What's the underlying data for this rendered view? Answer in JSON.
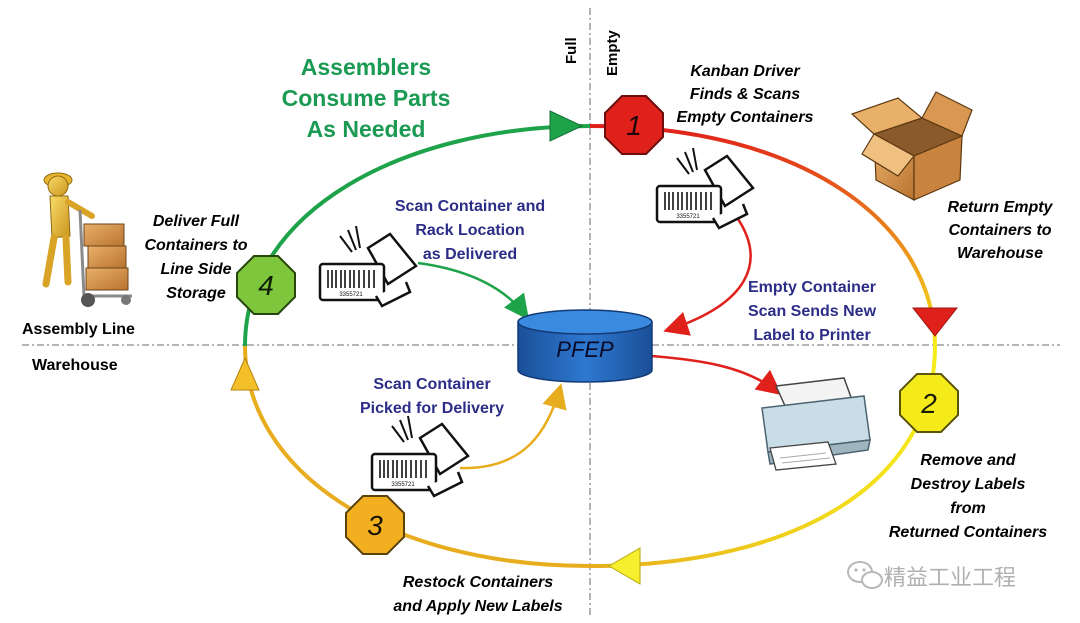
{
  "axis": {
    "full": "Full",
    "empty": "Empty",
    "assembly_line": "Assembly Line",
    "warehouse": "Warehouse"
  },
  "title": {
    "line1": "Assemblers",
    "line2": "Consume Parts",
    "line3": "As Needed"
  },
  "steps": {
    "s1": {
      "num": "1",
      "line1": "Kanban Driver",
      "line2": "Finds & Scans",
      "line3": "Empty Containers"
    },
    "return": {
      "line1": "Return Empty",
      "line2": "Containers to",
      "line3": "Warehouse"
    },
    "empty_scan": {
      "line1": "Empty Container",
      "line2": "Scan  Sends New",
      "line3": "Label to Printer"
    },
    "s2": {
      "num": "2",
      "line1": "Remove and",
      "line2": "Destroy Labels",
      "line3": "from",
      "line4": "Returned Containers"
    },
    "s3": {
      "num": "3",
      "line1": "Restock Containers",
      "line2": "and Apply New Labels"
    },
    "picked": {
      "line1": "Scan Container",
      "line2": "Picked for Delivery"
    },
    "s4": {
      "num": "4",
      "line1": "Deliver Full",
      "line2": "Containers to",
      "line3": "Line Side",
      "line4": "Storage"
    },
    "delivered": {
      "line1": "Scan Container and",
      "line2": "Rack Location",
      "line3": "as Delivered"
    }
  },
  "pfep": "PFEP",
  "scanner_barcode": "3355721",
  "watermark": "精益工业工程",
  "colors": {
    "green": "#1fa34a",
    "red": "#e0201b",
    "yellow": "#f5eb1a",
    "amber": "#e8ad1e",
    "navy": "#2b2d86",
    "title_green": "#1a9a52",
    "pfep_blue": "#1f5fb0"
  }
}
